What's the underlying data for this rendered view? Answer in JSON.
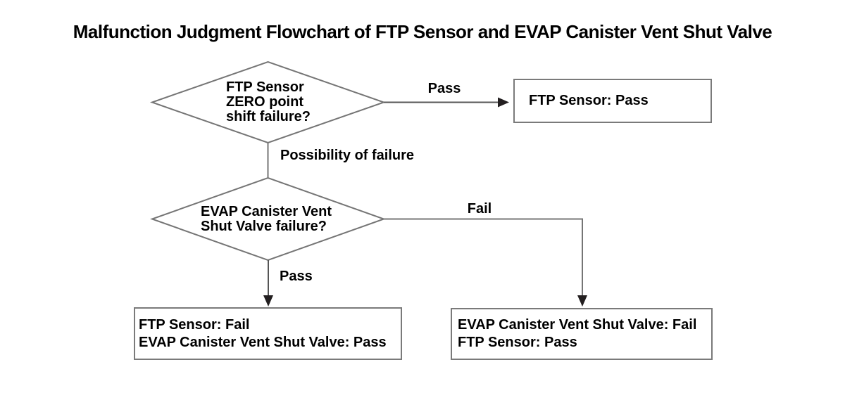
{
  "title": "Malfunction Judgment Flowchart of FTP Sensor and EVAP Canister Vent Shut Valve",
  "nodes": {
    "decision_ftp": {
      "label": "FTP Sensor\nZERO point\nshift failure?"
    },
    "decision_evap": {
      "label": "EVAP Canister Vent\nShut Valve failure?"
    },
    "result_ftp_pass": {
      "label": "FTP Sensor: Pass"
    },
    "result_ftp_fail": {
      "label": "FTP Sensor: Fail\nEVAP Canister Vent Shut Valve: Pass"
    },
    "result_evap_fail": {
      "label": "EVAP Canister Vent Shut Valve: Fail\nFTP Sensor: Pass"
    }
  },
  "edges": {
    "pass_top": {
      "label": "Pass"
    },
    "possibility": {
      "label": "Possibility of failure"
    },
    "fail": {
      "label": "Fail"
    },
    "pass_bottom": {
      "label": "Pass"
    }
  },
  "colors": {
    "line": "#757575",
    "arrowhead": "#231f20",
    "text": "#000000",
    "background": "#ffffff"
  }
}
